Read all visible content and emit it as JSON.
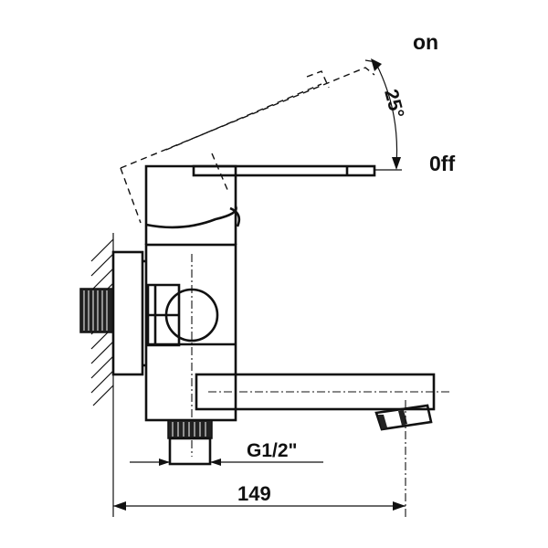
{
  "labels": {
    "on": "on",
    "off": "0ff",
    "angle": "25°",
    "thread": "G1/2\"",
    "width": "149"
  }
}
